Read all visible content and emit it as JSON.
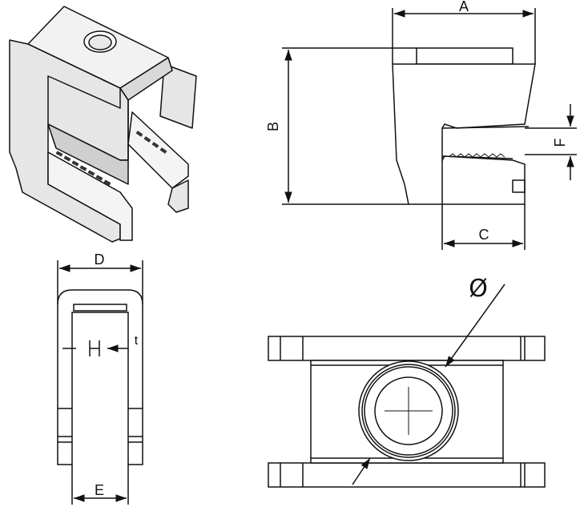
{
  "labels": {
    "A": "A",
    "B": "B",
    "C": "C",
    "D": "D",
    "E": "E",
    "F": "F",
    "t": "t",
    "diameter": "Ø"
  }
}
